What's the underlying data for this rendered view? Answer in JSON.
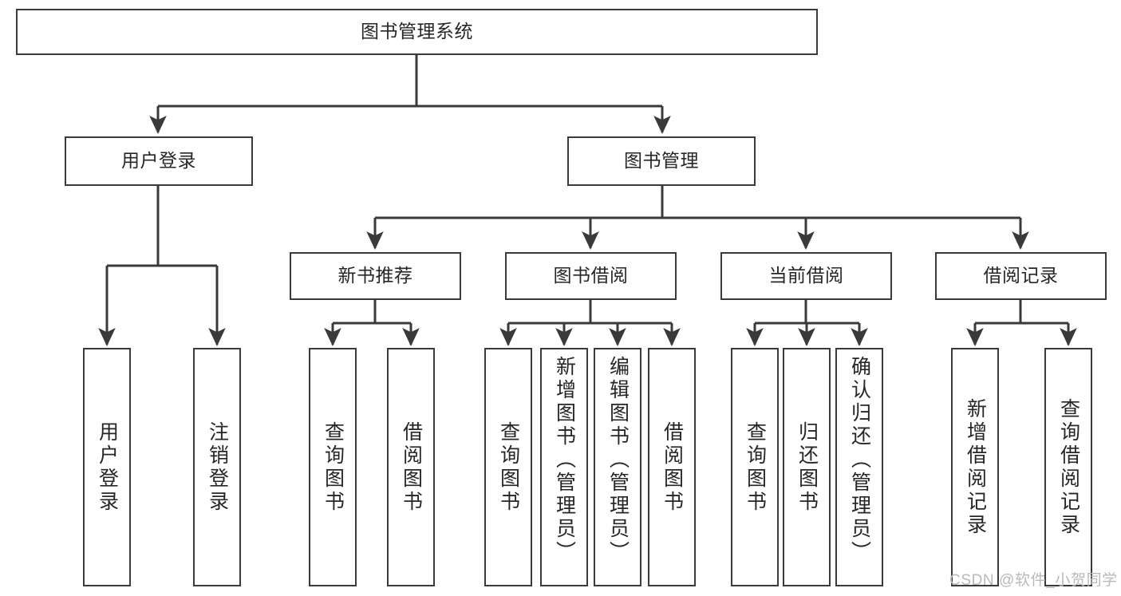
{
  "diagram": {
    "type": "tree-hierarchy",
    "title": "图书管理系统",
    "root": {
      "id": "root",
      "label": "图书管理系统"
    },
    "level2": [
      {
        "id": "user-login",
        "label": "用户登录"
      },
      {
        "id": "book-manage",
        "label": "图书管理"
      }
    ],
    "level3": [
      {
        "id": "new-book-recommend",
        "label": "新书推荐",
        "parent": "book-manage"
      },
      {
        "id": "book-borrow",
        "label": "图书借阅",
        "parent": "book-manage"
      },
      {
        "id": "current-borrow",
        "label": "当前借阅",
        "parent": "book-manage"
      },
      {
        "id": "borrow-record",
        "label": "借阅记录",
        "parent": "book-manage"
      }
    ],
    "leaves": {
      "user_login": [
        {
          "id": "leaf-user-login",
          "label": "用户登录"
        },
        {
          "id": "leaf-user-logout",
          "label": "注销登录"
        }
      ],
      "new_book_recommend": [
        {
          "id": "leaf-query-book-1",
          "label": "查询图书"
        },
        {
          "id": "leaf-borrow-book-1",
          "label": "借阅图书"
        }
      ],
      "book_borrow": [
        {
          "id": "leaf-query-book-2",
          "label": "查询图书"
        },
        {
          "id": "leaf-add-book",
          "label": "新增图书（管理员）"
        },
        {
          "id": "leaf-edit-book",
          "label": "编辑图书（管理员）"
        },
        {
          "id": "leaf-borrow-book-2",
          "label": "借阅图书"
        }
      ],
      "current_borrow": [
        {
          "id": "leaf-query-book-3",
          "label": "查询图书"
        },
        {
          "id": "leaf-return-book",
          "label": "归还图书"
        },
        {
          "id": "leaf-confirm-return",
          "label": "确认归还（管理员）"
        }
      ],
      "borrow_record": [
        {
          "id": "leaf-add-record",
          "label": "新增借阅记录"
        },
        {
          "id": "leaf-query-record",
          "label": "查询借阅记录"
        }
      ]
    },
    "colors": {
      "stroke": "#3a3a3a",
      "fill": "#ffffff",
      "text": "#262626",
      "watermark": "#b9b9b9"
    }
  },
  "watermark": {
    "text": "CSDN @软件_小贺同学"
  }
}
